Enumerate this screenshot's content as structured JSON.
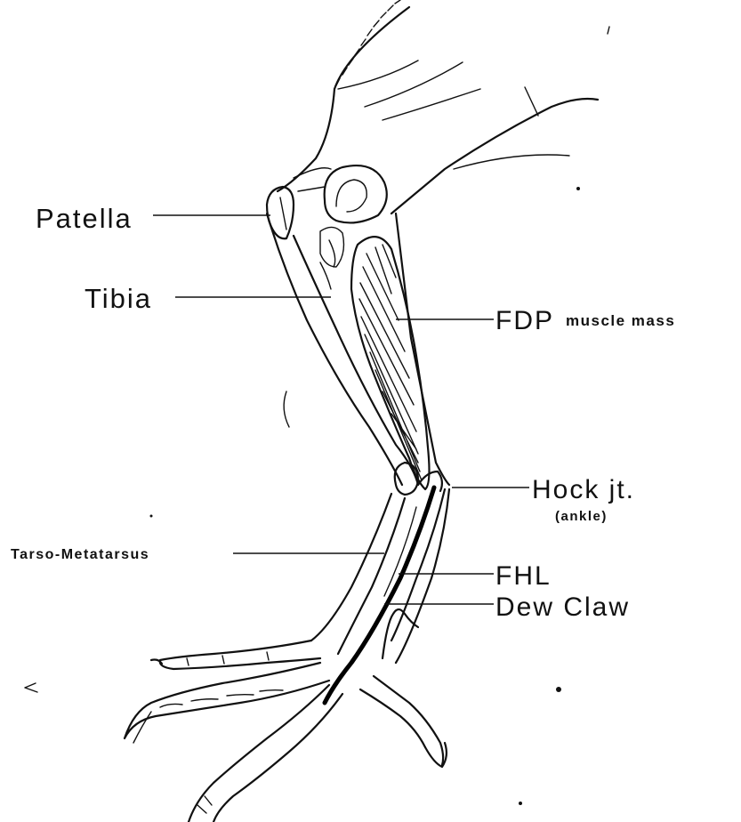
{
  "labels": {
    "patella": "Patella",
    "tibia": "Tibia",
    "fdp": "FDP",
    "fdp_sub": "muscle mass",
    "hock": "Hock jt.",
    "hock_sub": "(ankle)",
    "tarso": "Tarso-Metatarsus",
    "fhl": "FHL",
    "dew_claw": "Dew Claw"
  },
  "colors": {
    "ink": "#111111",
    "paper": "#ffffff"
  }
}
